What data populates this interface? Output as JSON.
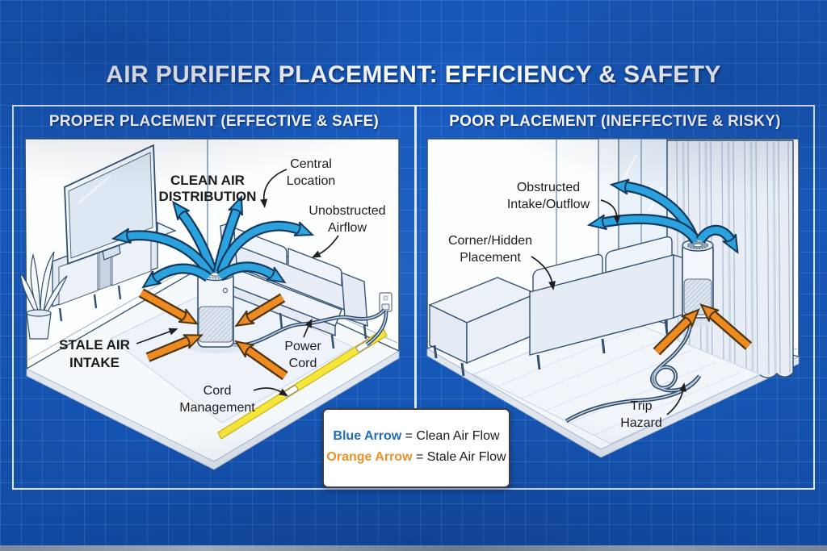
{
  "page": {
    "title": "AIR PURIFIER PLACEMENT: EFFICIENCY & SAFETY"
  },
  "colors": {
    "background_blue": "#1553b0",
    "panel_border_white": "#dfe9f6",
    "clean_air_blue": "#2aa2de",
    "stale_air_orange": "#ee8a1f",
    "cord_cover_yellow": "#f6e63a",
    "legend_term_blue": "#1f6cb5",
    "legend_term_orange": "#e8922a",
    "label_text": "#1b1b1b"
  },
  "left_panel": {
    "header": "PROPER PLACEMENT (EFFECTIVE & SAFE)",
    "labels": {
      "clean_air_1": "CLEAN AIR",
      "clean_air_2": "DISTRIBUTION",
      "central_1": "Central",
      "central_2": "Location",
      "unobstructed_1": "Unobstructed",
      "unobstructed_2": "Airflow",
      "stale_1": "STALE AIR",
      "stale_2": "INTAKE",
      "power_1": "Power",
      "power_2": "Cord",
      "cordmgmt_1": "Cord",
      "cordmgmt_2": "Management"
    }
  },
  "right_panel": {
    "header": "POOR PLACEMENT (INEFFECTIVE & RISKY)",
    "labels": {
      "obstructed_1": "Obstructed",
      "obstructed_2": "Intake/Outflow",
      "corner_1": "Corner/Hidden",
      "corner_2": "Placement",
      "trip_1": "Trip",
      "trip_2": "Hazard"
    }
  },
  "legend": {
    "blue_term": "Blue Arrow",
    "blue_rest": " = Clean Air Flow",
    "orange_term": "Orange Arrow",
    "orange_rest": " = Stale Air Flow"
  }
}
